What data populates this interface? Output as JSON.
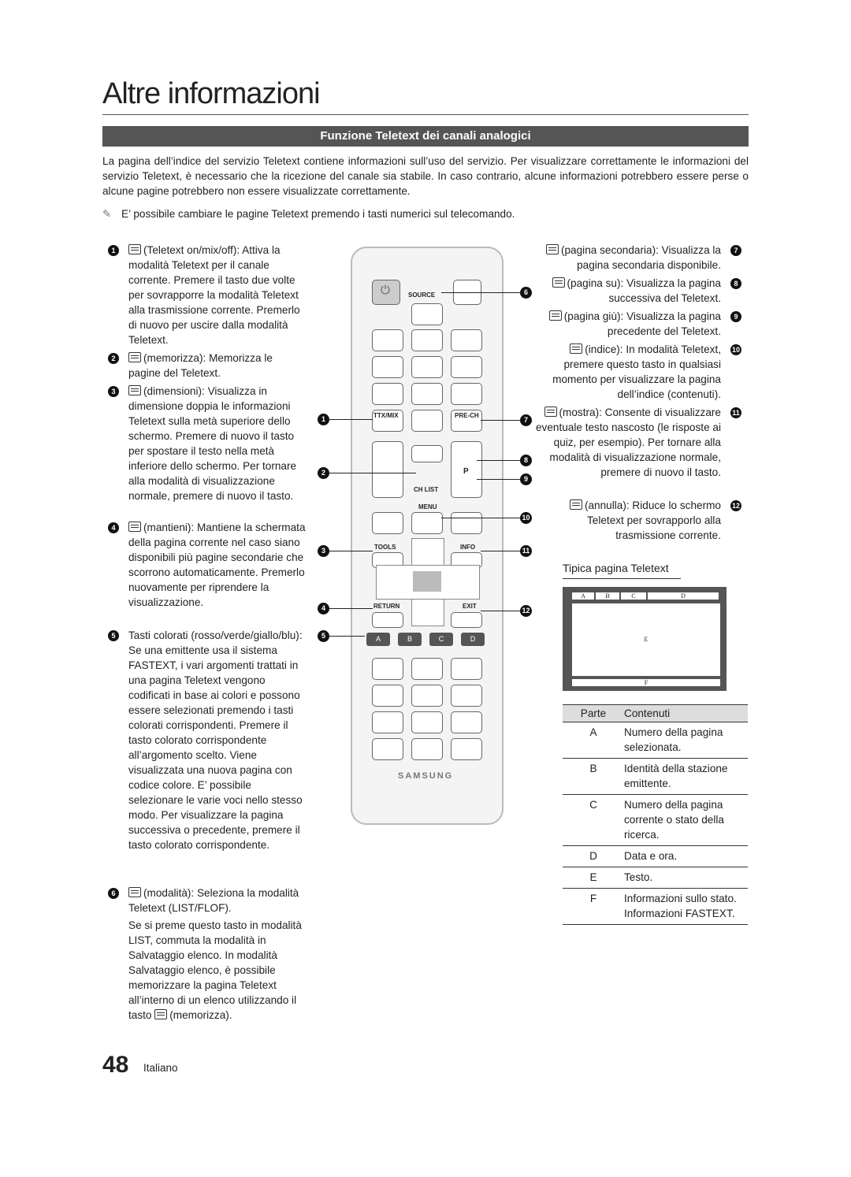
{
  "page": {
    "title": "Altre informazioni",
    "section": "Funzione Teletext dei canali analogici",
    "intro": "La pagina dell’indice del servizio Teletext contiene informazioni sull’uso del servizio. Per visualizzare correttamente le informazioni del servizio Teletext, è necessario che la ricezione del canale sia stabile. In caso contrario, alcune informazioni potrebbero essere perse o alcune pagine potrebbero non essere visualizzate correttamente.",
    "note": "E’ possibile cambiare le pagine Teletext premendo i tasti numerici sul telecomando.",
    "page_number": "48",
    "language": "Italiano"
  },
  "left_items": [
    {
      "n": "1",
      "text": "(Teletext on/mix/off): Attiva la modalità Teletext per il canale corrente. Premere il tasto due volte per sovrapporre la modalità Teletext alla trasmissione corrente. Premerlo di nuovo per uscire dalla modalità Teletext."
    },
    {
      "n": "2",
      "text": "(memorizza): Memorizza le pagine del Teletext."
    },
    {
      "n": "3",
      "text": "(dimensioni): Visualizza in dimensione doppia le informazioni Teletext sulla metà superiore dello schermo. Premere di nuovo il tasto per spostare il testo nella metà inferiore dello schermo. Per tornare alla modalità di visualizzazione normale, premere di nuovo il tasto."
    },
    {
      "n": "4",
      "text": "(mantieni): Mantiene la schermata della pagina corrente nel caso siano disponibili più pagine secondarie che scorrono automaticamente. Premerlo nuovamente per riprendere la visualizzazione."
    },
    {
      "n": "5",
      "text": "Tasti colorati (rosso/verde/giallo/blu): Se una emittente usa il sistema FASTEXT, i vari argomenti trattati in una pagina Teletext vengono codificati in base ai colori e possono essere selezionati premendo i tasti colorati corrispondenti. Premere il tasto colorato corrispondente all’argomento scelto. Viene visualizzata una nuova pagina con codice colore. E’ possibile selezionare le varie voci nello stesso modo. Per visualizzare la pagina successiva o precedente, premere il tasto colorato corrispondente."
    },
    {
      "n": "6",
      "text": "(modalità): Seleziona la modalità Teletext (LIST/FLOF).",
      "text2": "Se si preme questo tasto in modalità LIST, commuta la modalità in Salvataggio elenco. In modalità Salvataggio elenco, è possibile memorizzare la pagina Teletext all’interno di un elenco utilizzando il tasto",
      "text3": "(memorizza)."
    }
  ],
  "right_items": [
    {
      "n": "7",
      "text": "(pagina secondaria): Visualizza la pagina secondaria disponibile."
    },
    {
      "n": "8",
      "text": "(pagina su): Visualizza la pagina successiva del Teletext."
    },
    {
      "n": "9",
      "text": "(pagina giù): Visualizza la pagina precedente del Teletext."
    },
    {
      "n": "10",
      "text": "(indice): In modalità Teletext, premere questo tasto in qualsiasi momento per visualizzare la pagina dell’indice (contenuti)."
    },
    {
      "n": "11",
      "text": "(mostra): Consente di visualizzare eventuale testo nascosto (le risposte ai quiz, per esempio). Per tornare alla modalità di visualizzazione normale, premere di nuovo il tasto."
    },
    {
      "n": "12",
      "text": "(annulla): Riduce lo schermo Teletext per sovrapporlo alla trasmissione corrente."
    }
  ],
  "remote": {
    "source": "SOURCE",
    "ttx": "TTX/MIX",
    "prech": "PRE-CH",
    "p": "P",
    "chlist": "CH LIST",
    "menu": "MENU",
    "tools": "TOOLS",
    "info": "INFO",
    "return": "RETURN",
    "exit": "EXIT",
    "brand": "SAMSUNG",
    "colors": [
      "A",
      "B",
      "C",
      "D"
    ],
    "callouts": [
      "1",
      "2",
      "3",
      "4",
      "5",
      "6",
      "7",
      "8",
      "9",
      "10",
      "11",
      "12"
    ]
  },
  "teletext": {
    "subtitle": "Tipica pagina Teletext",
    "cells": {
      "a": "A",
      "b": "B",
      "c": "C",
      "d": "D",
      "e": "E",
      "f": "F"
    }
  },
  "table": {
    "headers": [
      "Parte",
      "Contenuti"
    ],
    "rows": [
      [
        "A",
        "Numero della pagina selezionata."
      ],
      [
        "B",
        "Identità della stazione emittente."
      ],
      [
        "C",
        "Numero della pagina corrente o stato della ricerca."
      ],
      [
        "D",
        "Data e ora."
      ],
      [
        "E",
        "Testo."
      ],
      [
        "F",
        "Informazioni sullo stato. Informazioni FASTEXT."
      ]
    ]
  }
}
